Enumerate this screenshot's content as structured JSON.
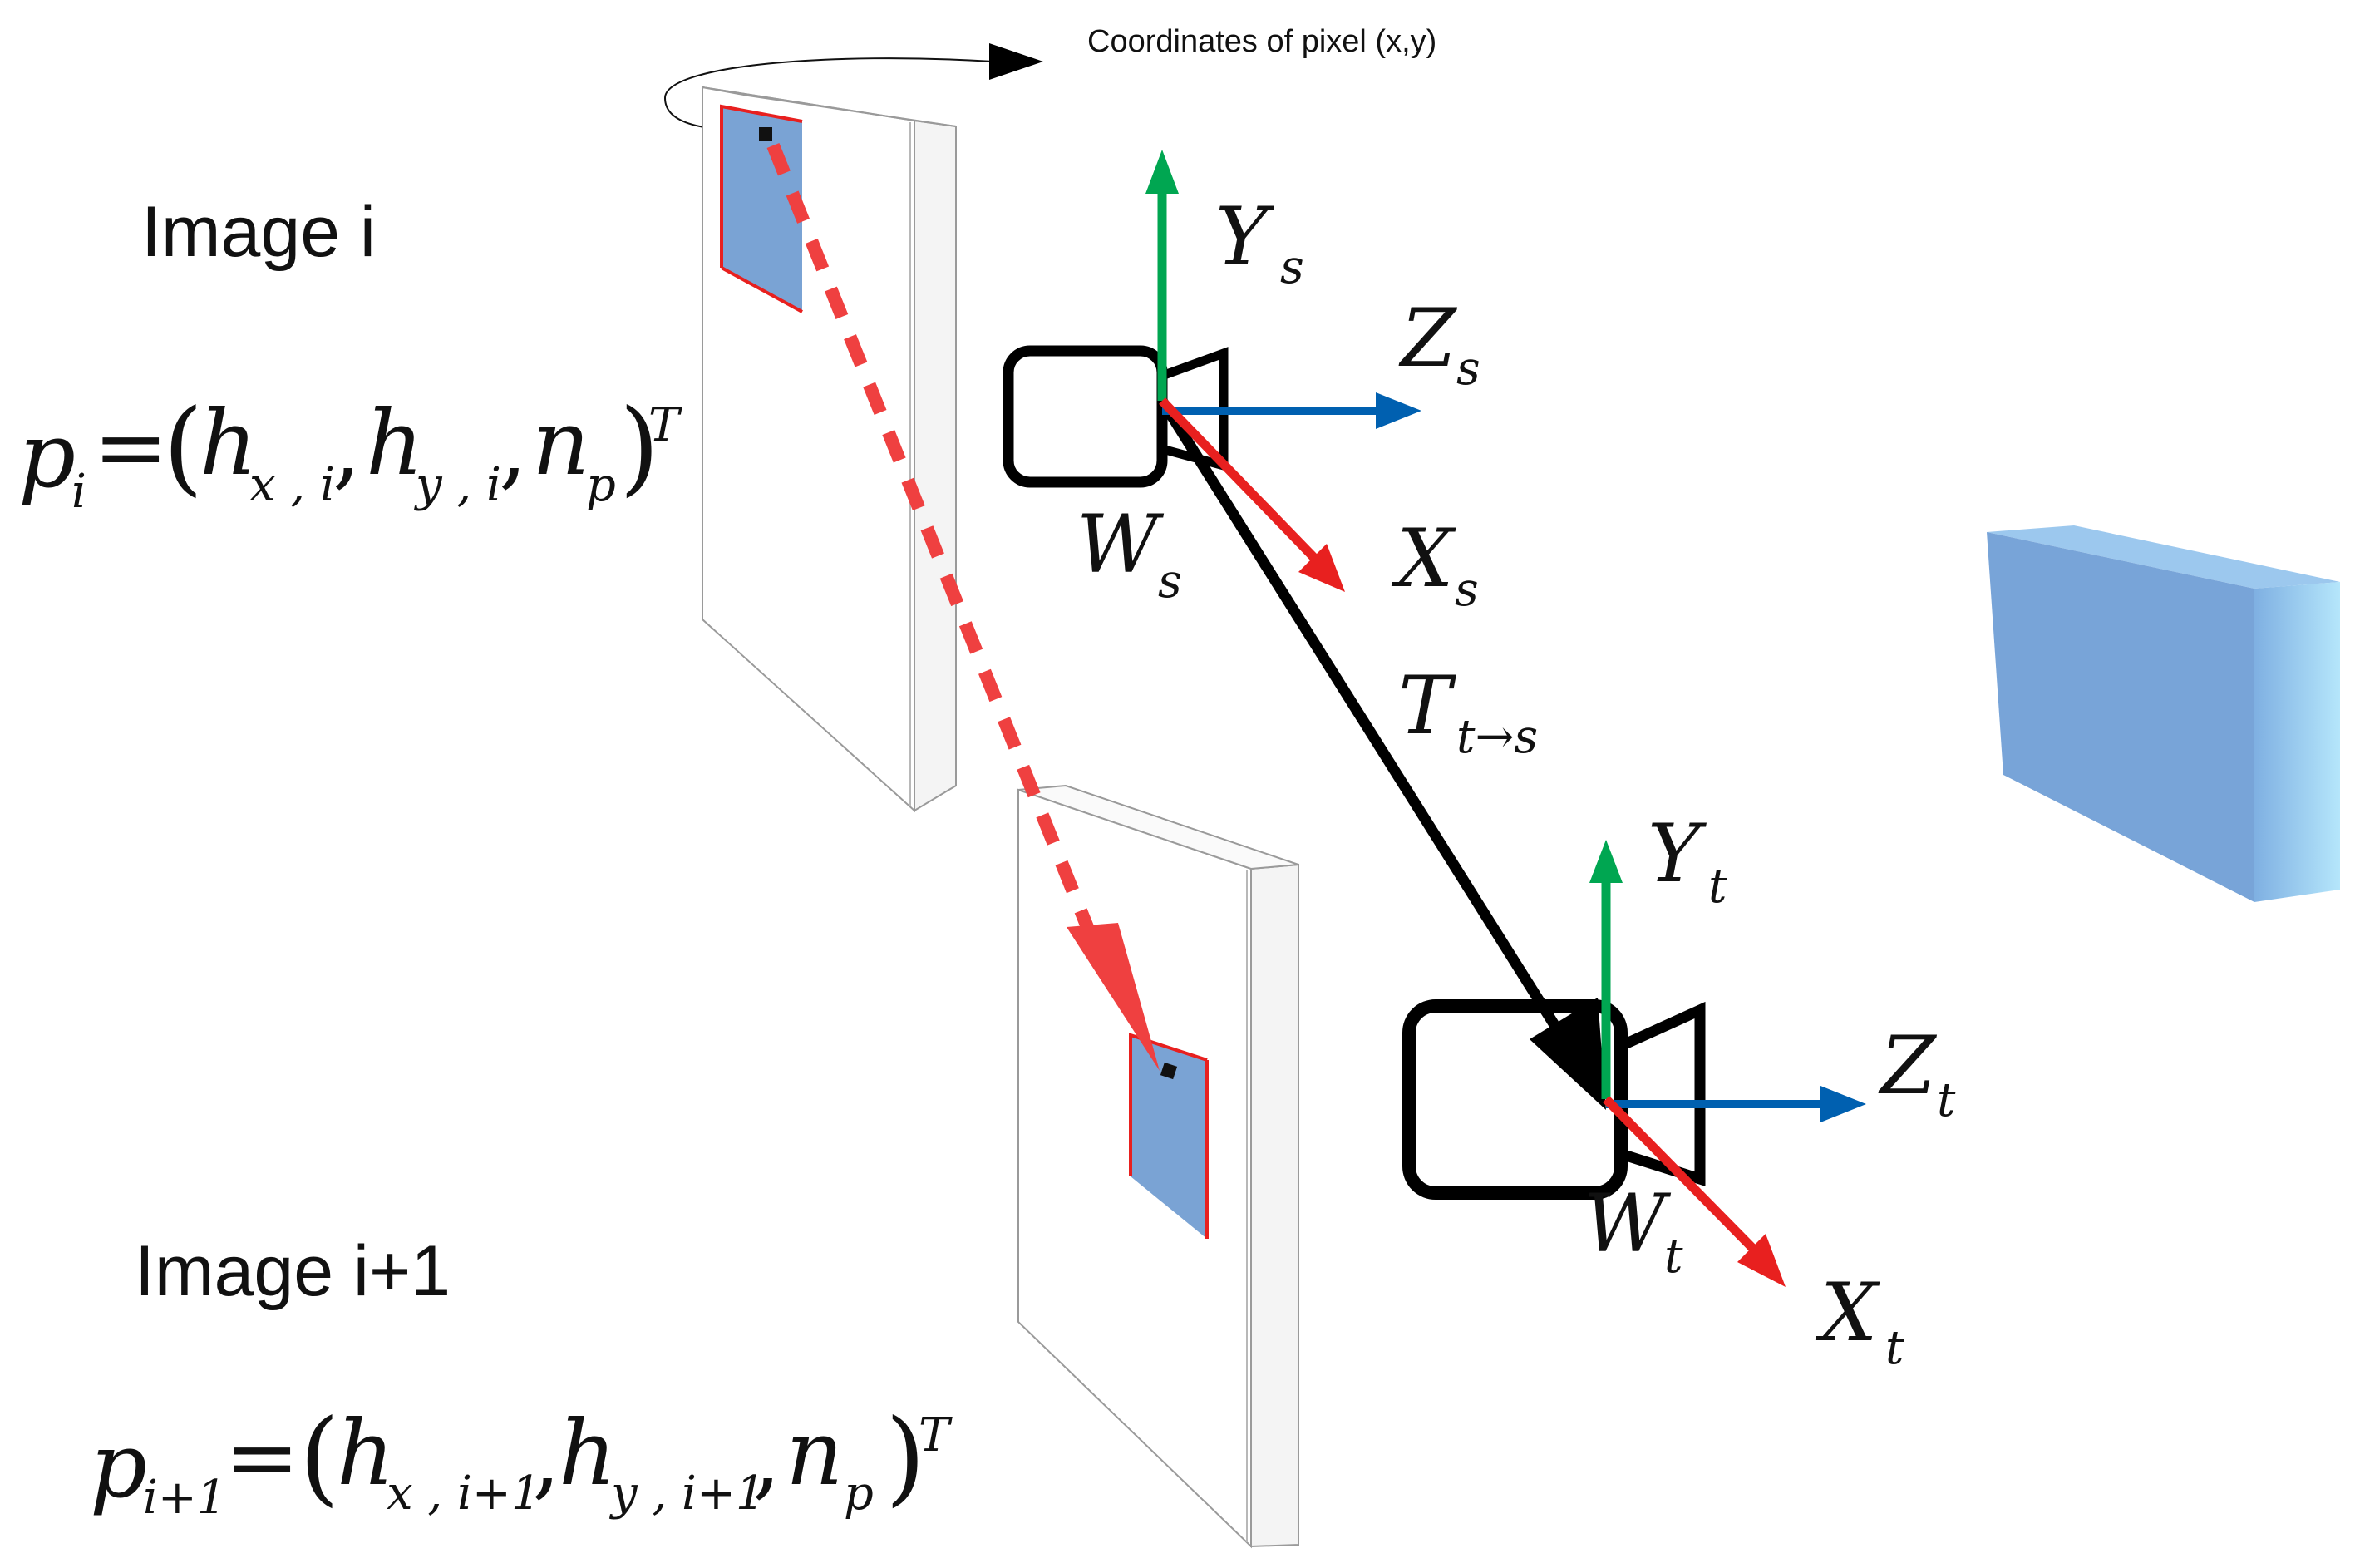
{
  "caption": "Coordinates  of pixel (x,y)",
  "image_i": {
    "label": "Image  i",
    "eq": {
      "p": "p",
      "p_sub": "i",
      "eq": "=",
      "lp": "(",
      "h1": "h",
      "h1_sub": "x , i",
      "c1": ",",
      "h2": "h",
      "h2_sub": "y , i",
      "c2": ",",
      "n": "n",
      "n_sub": "p",
      "rp": ")",
      "sup": "T"
    }
  },
  "image_i1": {
    "label": "Image  i+1",
    "eq": {
      "p": "p",
      "p_sub": "i+1",
      "eq": "=",
      "lp": "(",
      "h1": "h",
      "h1_sub": "x , i+1",
      "c1": ",",
      "h2": "h",
      "h2_sub": "y , i+1",
      "c2": ",",
      "n": "n",
      "n_sub": "p",
      "rp": ")",
      "sup": "T"
    }
  },
  "source_frame": {
    "origin": "W",
    "origin_sub": "s",
    "y_axis": "Y",
    "y_sub": "s",
    "z_axis": "Z",
    "z_sub": "s",
    "x_axis": "X",
    "x_sub": "s"
  },
  "target_frame": {
    "origin": "W",
    "origin_sub": "t",
    "y_axis": "Y",
    "y_sub": "t",
    "z_axis": "Z",
    "z_sub": "t",
    "x_axis": "X",
    "x_sub": "t"
  },
  "transform": {
    "label": "T",
    "sub": "t→s"
  },
  "colors": {
    "y_axis": "#00a651",
    "z_axis": "#0060b0",
    "x_axis": "#e8201f",
    "projection": "#ef4040",
    "patch": "#7aa3d4",
    "object_front": "#78a4d8",
    "object_side": "#a9dcf6"
  }
}
